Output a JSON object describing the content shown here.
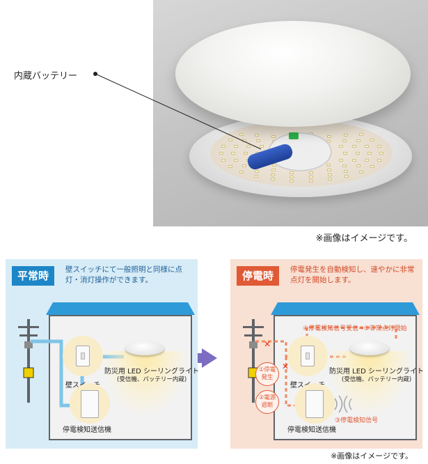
{
  "photo": {
    "battery_label": "内蔵バッテリー",
    "note": "※画像はイメージです。"
  },
  "normal_panel": {
    "tag": "平常時",
    "description": "壁スイッチにて一般照明と同様に点灯・消灯操作ができます。",
    "wall_switch_label": "壁スイッチ",
    "light_label": "防災用 LED シーリングライト",
    "light_sublabel": "(受信機、バッテリー内蔵)",
    "transmitter_label": "停電検知送信機"
  },
  "outage_panel": {
    "tag": "停電時",
    "description": "停電発生を自動検知し、速やかに非常点灯を開始します。",
    "step_receive": "④停電検知信号受信⇒⑤非常点灯開始",
    "step_outage_1": "①停電",
    "step_outage_2": "発生",
    "step_cutoff_1": "②電源",
    "step_cutoff_2": "遮断",
    "step_signal": "③停電検知信号",
    "wall_switch_label": "壁スイッチ",
    "light_label": "防災用 LED シーリングライト",
    "light_sublabel": "(受信機、バッテリー内蔵)",
    "transmitter_label": "停電検知送信機"
  },
  "bottom_note": "※画像はイメージです。",
  "colors": {
    "normal_accent": "#1d86c7",
    "normal_bg": "#d7ecf6",
    "outage_accent": "#e05a36",
    "outage_bg": "#f8e0d3",
    "arrow": "#7c6cc2",
    "battery": "#2a4fb3"
  }
}
